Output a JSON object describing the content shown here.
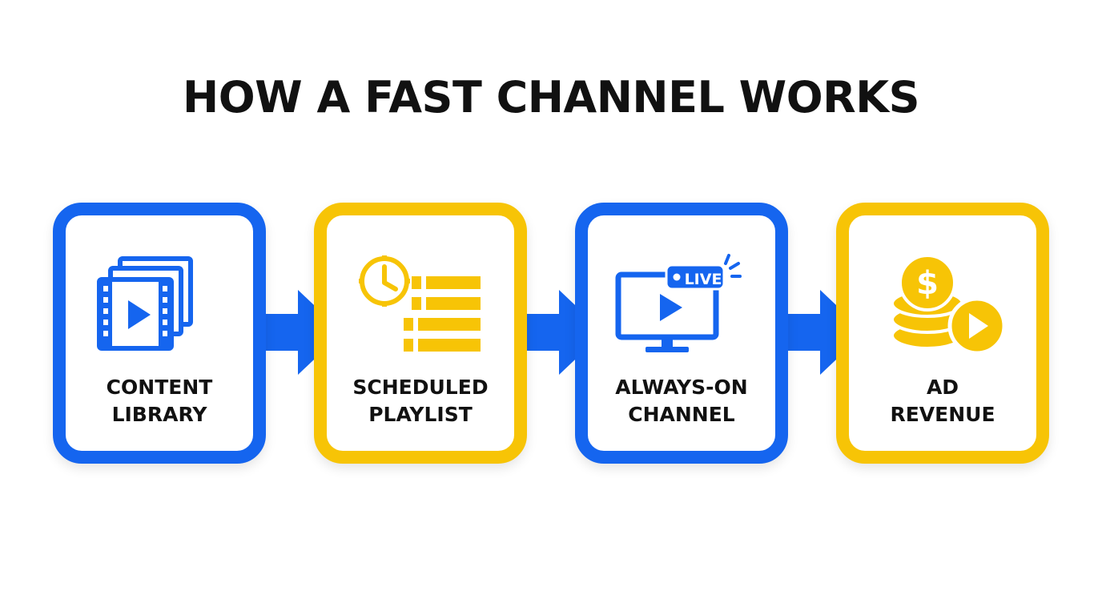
{
  "title": "HOW A FAST CHANNEL WORKS",
  "colors": {
    "blue": "#1565ef",
    "yellow": "#f7c406",
    "text": "#111111"
  },
  "steps": [
    {
      "line1": "CONTENT",
      "line2": "LIBRARY",
      "icon": "video-library-icon",
      "color": "blue"
    },
    {
      "line1": "SCHEDULED",
      "line2": "PLAYLIST",
      "icon": "clock-playlist-icon",
      "color": "yellow"
    },
    {
      "line1": "ALWAYS-ON",
      "line2": "CHANNEL",
      "icon": "live-tv-icon",
      "badge": "LIVE",
      "color": "blue"
    },
    {
      "line1": "AD",
      "line2": "REVENUE",
      "icon": "coins-play-icon",
      "color": "yellow"
    }
  ]
}
